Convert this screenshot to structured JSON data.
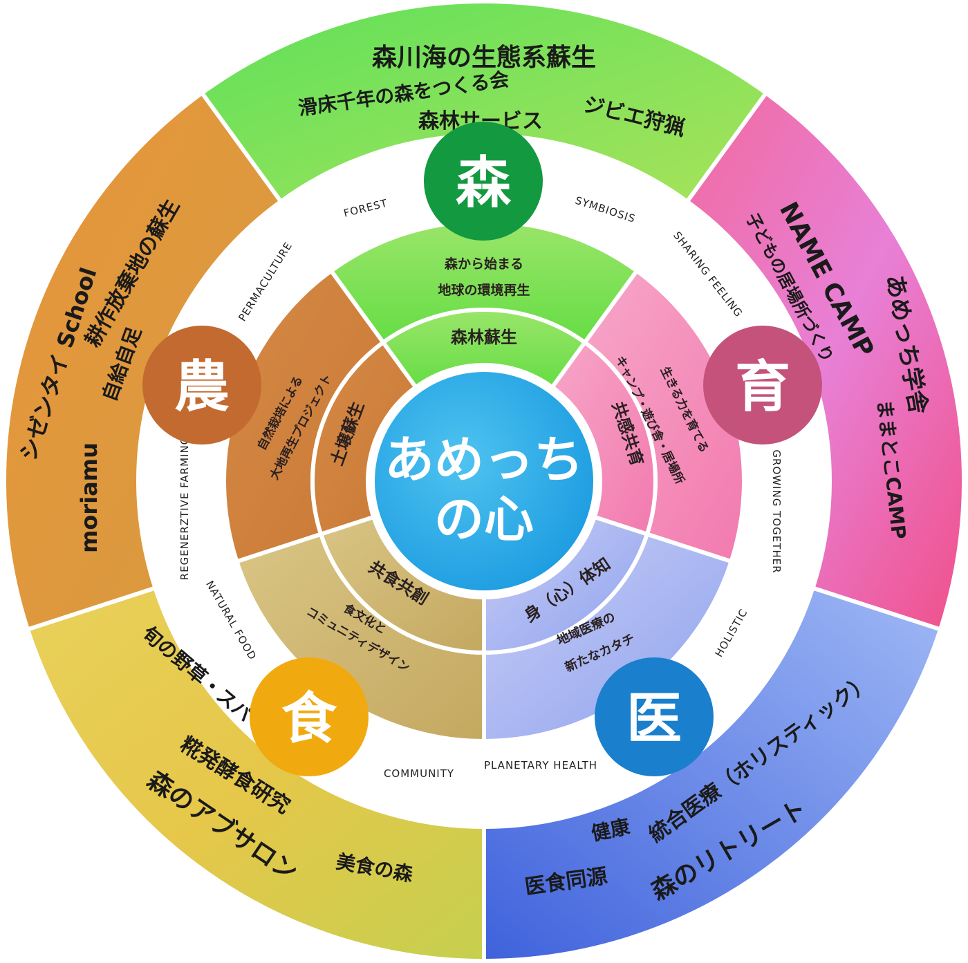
{
  "center": {
    "line1": "あめっち",
    "line2": "の心"
  },
  "sectors": [
    {
      "key": "forest",
      "hub": "森",
      "hub_color": "#13993f",
      "colors": [
        "#5fe05a",
        "#a8e35a"
      ],
      "outer_lines": [
        "森川海の生態系蘇生",
        "滑床千年の森をつくる会",
        "森林サービス",
        "ジビエ狩猟"
      ],
      "middle_lines": [
        "森から始まる",
        "地球の環境再生"
      ],
      "inner": "森林蘇生"
    },
    {
      "key": "education",
      "hub": "育",
      "hub_color": "#c4527a",
      "colors": [
        "#f06aa0",
        "#e880d6"
      ],
      "outer_lines": [
        "NAME CAMP",
        "子どもの居場所づくり",
        "あめっち学舎",
        "ままとこCAMP"
      ],
      "middle_lines": [
        "生きる力を育てる",
        "キャンプ・遊び舎・居場所"
      ],
      "inner": "共感共育"
    },
    {
      "key": "medical",
      "hub": "医",
      "hub_color": "#1a7fcc",
      "colors": [
        "#8aa6f2",
        "#4c6ee0"
      ],
      "outer_lines": [
        "統合医療（ホリスティック）",
        "健康",
        "医食同源",
        "森のリトリート"
      ],
      "middle_lines": [
        "地域医療の",
        "新たなカタチ"
      ],
      "inner": "身（心）体知"
    },
    {
      "key": "food",
      "hub": "食",
      "hub_color": "#f0aa10",
      "colors": [
        "#e8d15a",
        "#c6cf4e"
      ],
      "outer_lines": [
        "旬の野草・スパイス",
        "糀発酵食研究",
        "森のアブサロン",
        "美食の森"
      ],
      "middle_lines": [
        "食文化と",
        "コミュニティデザイン"
      ],
      "inner": "共食共創"
    },
    {
      "key": "agriculture",
      "hub": "農",
      "hub_color": "#c26a30",
      "colors": [
        "#e08a3a",
        "#d6a040"
      ],
      "outer_lines": [
        "シゼンタイ School",
        "耕作放棄地の蘇生",
        "自給自足",
        "moriamu"
      ],
      "middle_lines": [
        "自然栽培による",
        "大地再生プロジェクト"
      ],
      "inner": "土壌蘇生"
    }
  ],
  "ring_labels": [
    "FOREST",
    "SYMBIOSIS",
    "SHARING FEELING",
    "GROWING TOGETHER",
    "HOLISTIC",
    "PLANETARY HEALTH",
    "COMMUNITY",
    "NATURAL FOOD",
    "REGENERZTIVE FARMING",
    "PERMACULTURE"
  ]
}
